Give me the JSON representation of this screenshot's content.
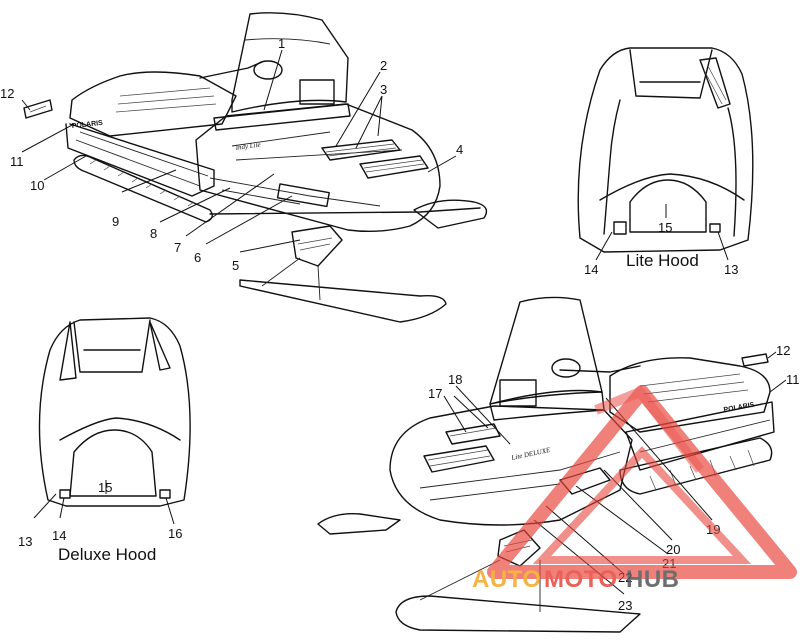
{
  "captions": {
    "lite_hood": "Lite Hood",
    "deluxe_hood": "Deluxe Hood"
  },
  "callouts": [
    {
      "id": "c1",
      "label": "1"
    },
    {
      "id": "c2",
      "label": "2"
    },
    {
      "id": "c3",
      "label": "3"
    },
    {
      "id": "c4",
      "label": "4"
    },
    {
      "id": "c5",
      "label": "5"
    },
    {
      "id": "c6",
      "label": "6"
    },
    {
      "id": "c7",
      "label": "7"
    },
    {
      "id": "c8",
      "label": "8"
    },
    {
      "id": "c9",
      "label": "9"
    },
    {
      "id": "c10",
      "label": "10"
    },
    {
      "id": "c11a",
      "label": "11"
    },
    {
      "id": "c12a",
      "label": "12"
    },
    {
      "id": "c13a",
      "label": "13"
    },
    {
      "id": "c14a",
      "label": "14"
    },
    {
      "id": "c15a",
      "label": "15"
    },
    {
      "id": "c13b",
      "label": "13"
    },
    {
      "id": "c14b",
      "label": "14"
    },
    {
      "id": "c15b",
      "label": "15"
    },
    {
      "id": "c16",
      "label": "16"
    },
    {
      "id": "c12b",
      "label": "12"
    },
    {
      "id": "c11b",
      "label": "11"
    },
    {
      "id": "c17",
      "label": "17"
    },
    {
      "id": "c18",
      "label": "18"
    },
    {
      "id": "c19",
      "label": "19"
    },
    {
      "id": "c20",
      "label": "20"
    },
    {
      "id": "c21",
      "label": "21"
    },
    {
      "id": "c22",
      "label": "22"
    },
    {
      "id": "c23",
      "label": "23"
    }
  ],
  "decals": {
    "brand_side": "POLARIS",
    "brand_rear": "POLARIS",
    "model_script": "Indy Lite",
    "model_script_deluxe": "Lite DELUXE"
  },
  "watermark": {
    "part1": "AUTO",
    "part2": "MOTO",
    "part3": "HUB",
    "color_red": "#e8453c",
    "color_orange": "#f5a623",
    "color_dark": "#555555"
  }
}
